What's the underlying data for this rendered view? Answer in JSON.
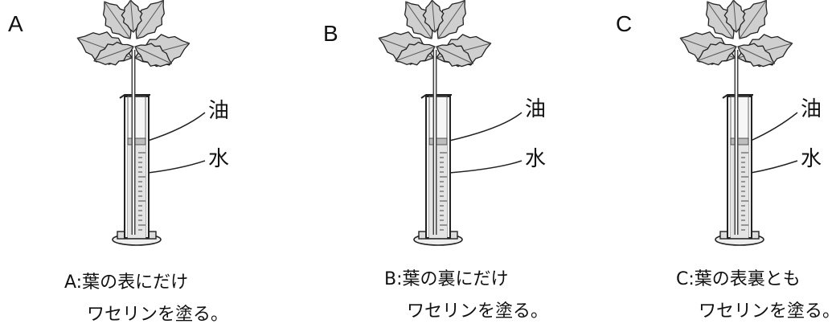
{
  "panels": [
    {
      "letter": "A",
      "oil_label": "油",
      "water_label": "水",
      "caption_line1": "A:葉の表にだけ",
      "caption_line2": "ワセリンを塗る。"
    },
    {
      "letter": "B",
      "oil_label": "油",
      "water_label": "水",
      "caption_line1": "B:葉の裏にだけ",
      "caption_line2": "ワセリンを塗る。"
    },
    {
      "letter": "C",
      "oil_label": "油",
      "water_label": "水",
      "caption_line1": "C:葉の表裏とも",
      "caption_line2": "ワセリンを塗る。"
    }
  ]
}
